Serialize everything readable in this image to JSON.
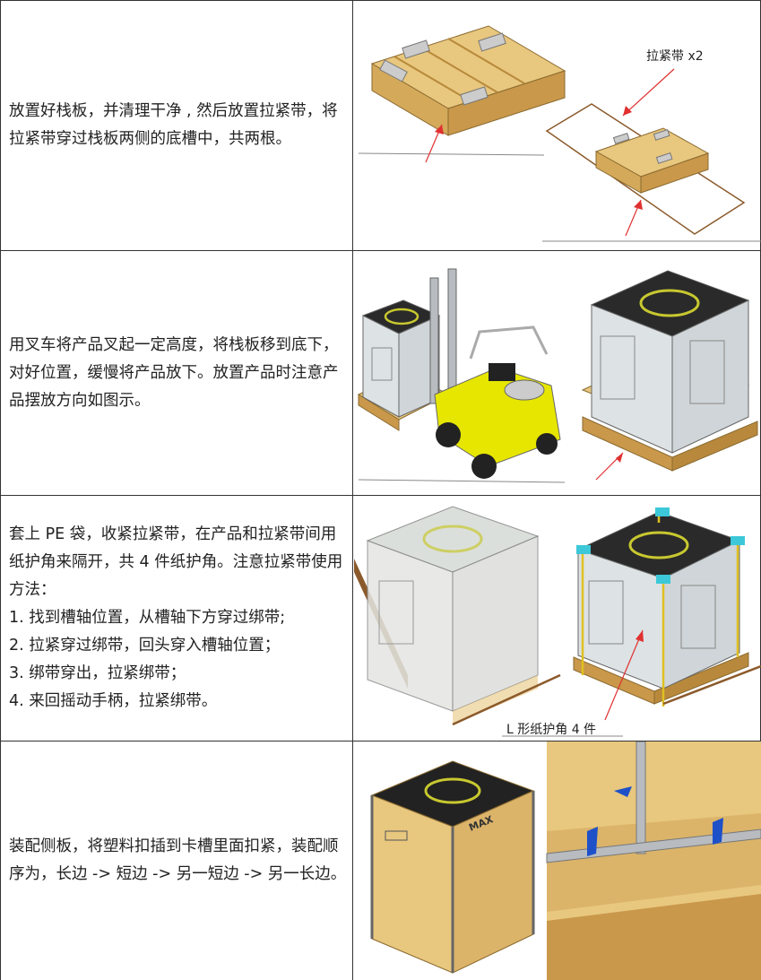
{
  "rows": [
    {
      "text": "放置好栈板，并清理干净 , 然后放置拉紧带，将拉紧带穿过栈板两侧的底槽中，共两根。",
      "callout": "拉紧带 x2",
      "figure": "pallet-with-straps"
    },
    {
      "text": "用叉车将产品叉起一定高度，将栈板移到底下，对好位置，缓慢将产品放下。放置产品时注意产品摆放方向如图示。",
      "figure": "forklift-placing-product"
    },
    {
      "text": "套上 PE 袋，收紧拉紧带，在产品和拉紧带间用纸护角来隔开，共 4 件纸护角。注意拉紧带使用方法：\n1. 找到槽轴位置，从槽轴下方穿过绑带;\n2. 拉紧穿过绑带，回头穿入槽轴位置；\n3. 绑带穿出，拉紧绑带；\n4. 来回摇动手柄，拉紧绑带。",
      "callout": "L 形纸护角 4 件",
      "figure": "pe-bag-and-corner-guards"
    },
    {
      "text": "装配侧板，将塑料扣插到卡槽里面扣紧，装配顺序为，长边 -> 短边 -> 另一短边 -> 另一长边。",
      "crate_label": "MAX",
      "figure": "wooden-crate-assembly"
    }
  ],
  "colors": {
    "wood": "#e8c77e",
    "wood_dark": "#b8893c",
    "strap": "#8b5a2b",
    "arrow": "#e03030",
    "machine_body": "#dde2e4",
    "machine_top": "#2a2a2a",
    "ring": "#c8c830",
    "forklift": "#e6e600",
    "corner_guard": "#3cc8d8",
    "tie": "#1e50c8"
  }
}
